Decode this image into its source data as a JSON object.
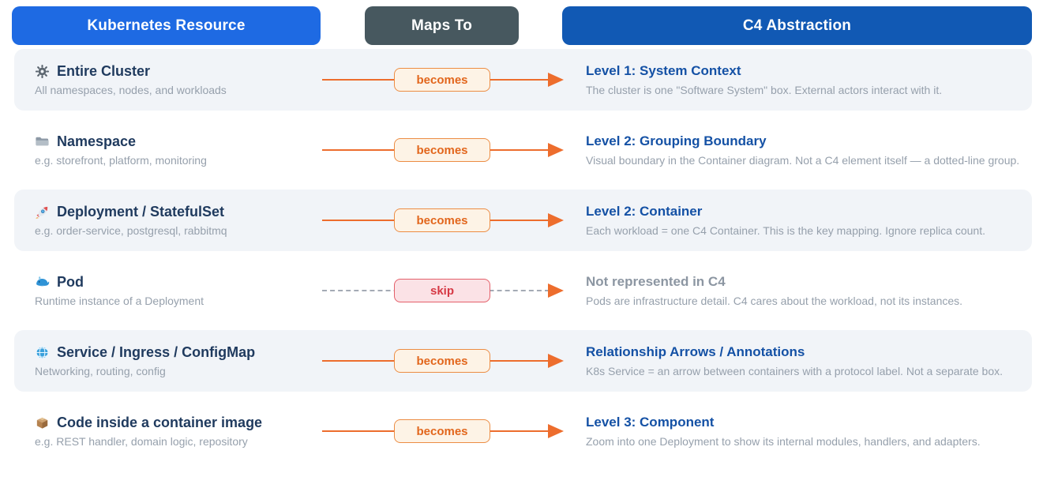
{
  "header": {
    "kubernetes_col": "Kubernetes Resource",
    "maps_to_col": "Maps To",
    "c4_col": "C4 Abstraction"
  },
  "colors": {
    "k8s_header_bg": "#1e6ae3",
    "maps_header_bg": "#47585f",
    "c4_header_bg": "#1159b4",
    "stripe_bg": "#f1f4f8",
    "arrow_orange": "#ed6d2d",
    "becomes_badge_bg": "#fdf3e6",
    "becomes_badge_border": "#ec8d44",
    "becomes_badge_text": "#e2661c",
    "skip_badge_bg": "#fbe2e6",
    "skip_badge_border": "#e4606a",
    "skip_badge_text": "#d63844",
    "skip_dash_gray": "#a4abb5",
    "k8s_title_navy": "#1f3a5e",
    "c4_title_blue": "#1451a5",
    "muted_title_gray": "#8c96a2",
    "subtitle_gray": "#96a0ac"
  },
  "rows": [
    {
      "icon": "gear-icon",
      "k8s_title": "Entire Cluster",
      "k8s_subtitle": "All namespaces, nodes, and workloads",
      "arrow_label": "becomes",
      "arrow_style": "solid",
      "c4_title": "Level 1: System Context",
      "c4_subtitle": "The cluster is one \"Software System\" box. External actors interact with it."
    },
    {
      "icon": "folder-icon",
      "k8s_title": "Namespace",
      "k8s_subtitle": "e.g. storefront, platform, monitoring",
      "arrow_label": "becomes",
      "arrow_style": "solid",
      "c4_title": "Level 2: Grouping Boundary",
      "c4_subtitle": "Visual boundary in the Container diagram. Not a C4 element itself — a dotted-line group."
    },
    {
      "icon": "rocket-icon",
      "k8s_title": "Deployment / StatefulSet",
      "k8s_subtitle": "e.g. order-service, postgresql, rabbitmq",
      "arrow_label": "becomes",
      "arrow_style": "solid",
      "c4_title": "Level 2: Container",
      "c4_subtitle": "Each workload = one C4 Container. This is the key mapping. Ignore replica count."
    },
    {
      "icon": "whale-icon",
      "k8s_title": "Pod",
      "k8s_subtitle": "Runtime instance of a Deployment",
      "arrow_label": "skip",
      "arrow_style": "dashed",
      "c4_title": "Not represented in C4",
      "c4_subtitle": "Pods are infrastructure detail. C4 cares about the workload, not its instances."
    },
    {
      "icon": "globe-icon",
      "k8s_title": "Service / Ingress / ConfigMap",
      "k8s_subtitle": "Networking, routing, config",
      "arrow_label": "becomes",
      "arrow_style": "solid",
      "c4_title": "Relationship Arrows / Annotations",
      "c4_subtitle": "K8s Service = an arrow between containers with a protocol label. Not a separate box."
    },
    {
      "icon": "package-icon",
      "k8s_title": "Code inside a container image",
      "k8s_subtitle": "e.g. REST handler, domain logic, repository",
      "arrow_label": "becomes",
      "arrow_style": "solid",
      "c4_title": "Level 3: Component",
      "c4_subtitle": "Zoom into one Deployment to show its internal modules, handlers, and adapters."
    }
  ]
}
